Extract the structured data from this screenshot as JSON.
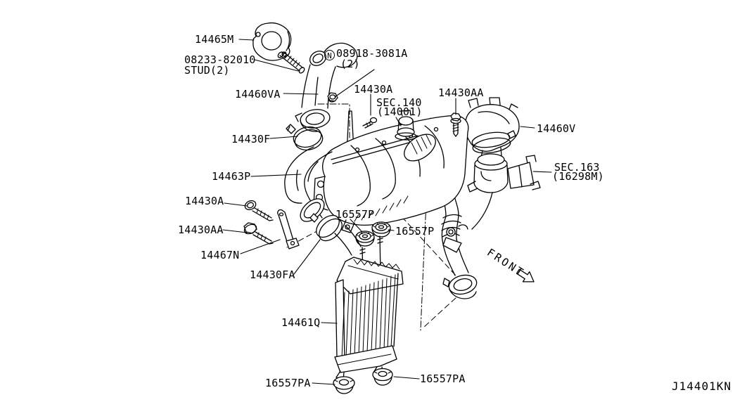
{
  "colors": {
    "line": "#000000",
    "background": "#ffffff"
  },
  "callouts": {
    "gasket": {
      "part": "14465M"
    },
    "stud": {
      "part": "08233-82010",
      "note": "STUD(2)"
    },
    "nut": {
      "prefix": "N",
      "part": "08918-3081A",
      "qty": "(2)"
    },
    "inlet_duct": {
      "part": "14460VA"
    },
    "bolt_top": {
      "part": "14430A"
    },
    "sec140": {
      "ref": "SEC.140",
      "sub": "(14001)"
    },
    "bolt_right": {
      "part": "14430AA"
    },
    "outlet_duct": {
      "part": "14460V"
    },
    "sec163": {
      "ref": "SEC.163",
      "sub": "(16298M)"
    },
    "clamp_upper": {
      "part": "14430F"
    },
    "air_hose": {
      "part": "14463P"
    },
    "bolt_left": {
      "part": "14430A"
    },
    "bolt_left_lower": {
      "part": "14430AA"
    },
    "grommet_left": {
      "part": "16557P"
    },
    "grommet_right": {
      "part": "16557P"
    },
    "bracket": {
      "part": "14467N"
    },
    "clamp_lower": {
      "part": "14430FA"
    },
    "intercooler": {
      "part": "14461Q"
    },
    "mount_grommet_left": {
      "part": "16557PA"
    },
    "mount_grommet_right": {
      "part": "16557PA"
    }
  },
  "annotations": {
    "front": "FRONT",
    "diagram_code": "J14401KN"
  }
}
